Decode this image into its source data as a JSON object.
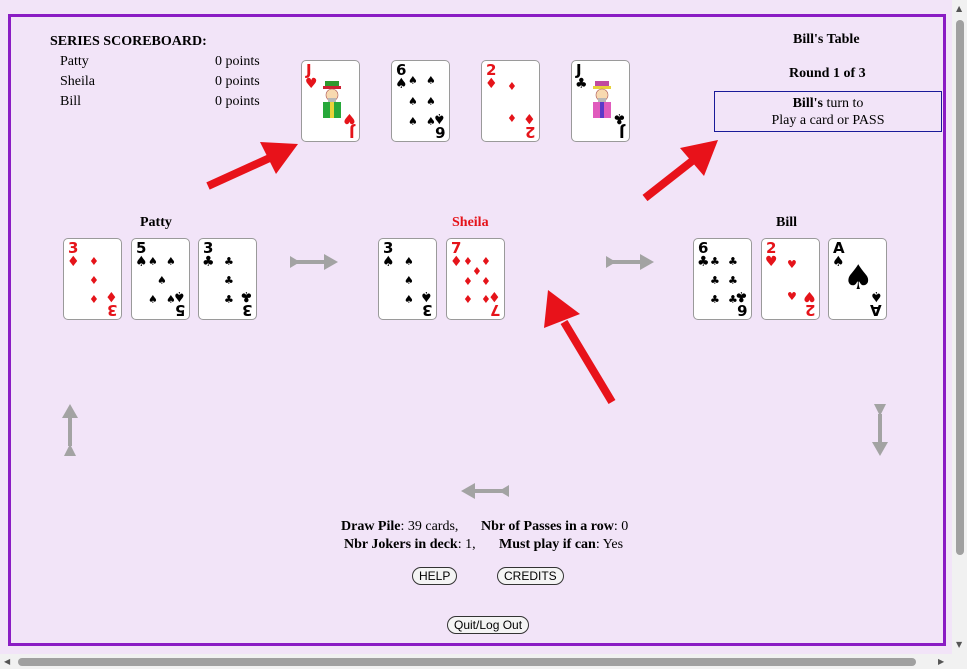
{
  "scoreboard": {
    "title": "SERIES SCOREBOARD:",
    "rows": [
      {
        "name": "Patty",
        "points": "0 points"
      },
      {
        "name": "Sheila",
        "points": "0 points"
      },
      {
        "name": "Bill",
        "points": "0 points"
      }
    ]
  },
  "table": {
    "title": "Bill's Table",
    "round": "Round 1 of 3",
    "turn_name": "Bill's",
    "turn_suffix": " turn to",
    "turn_action": "Play a card or PASS"
  },
  "played_cards": [
    {
      "rank": "J",
      "suit": "♥",
      "color": "red",
      "face": "green"
    },
    {
      "rank": "6",
      "suit": "♠",
      "color": "blk"
    },
    {
      "rank": "2",
      "suit": "♦",
      "color": "red"
    },
    {
      "rank": "J",
      "suit": "♣",
      "color": "blk",
      "face": "pink"
    }
  ],
  "players": [
    {
      "name": "Patty",
      "name_color": "#000000",
      "cards": [
        {
          "rank": "3",
          "suit": "♦",
          "color": "red"
        },
        {
          "rank": "5",
          "suit": "♠",
          "color": "blk"
        },
        {
          "rank": "3",
          "suit": "♣",
          "color": "blk"
        }
      ]
    },
    {
      "name": "Sheila",
      "name_color": "#e5141a",
      "cards": [
        {
          "rank": "3",
          "suit": "♠",
          "color": "blk"
        },
        {
          "rank": "7",
          "suit": "♦",
          "color": "red"
        }
      ]
    },
    {
      "name": "Bill",
      "name_color": "#000000",
      "cards": [
        {
          "rank": "6",
          "suit": "♣",
          "color": "blk"
        },
        {
          "rank": "2",
          "suit": "♥",
          "color": "red"
        },
        {
          "rank": "A",
          "suit": "♠",
          "color": "blk"
        }
      ]
    }
  ],
  "status": {
    "draw_pile_label": "Draw Pile",
    "draw_pile_value": ": 39 cards,",
    "passes_label": "Nbr of Passes in a row",
    "passes_value": ": 0",
    "jokers_label": "Nbr Jokers in deck",
    "jokers_value": ": 1,",
    "must_play_label": "Must play if can",
    "must_play_value": ": Yes"
  },
  "buttons": {
    "help": "HELP",
    "credits": "CREDITS",
    "quit": "Quit/Log Out"
  },
  "colors": {
    "background": "#f2e4f8",
    "frame": "#8a1cc4",
    "pointer_arrow": "#e8121a",
    "direction_arrow": "#a3a3a3"
  }
}
